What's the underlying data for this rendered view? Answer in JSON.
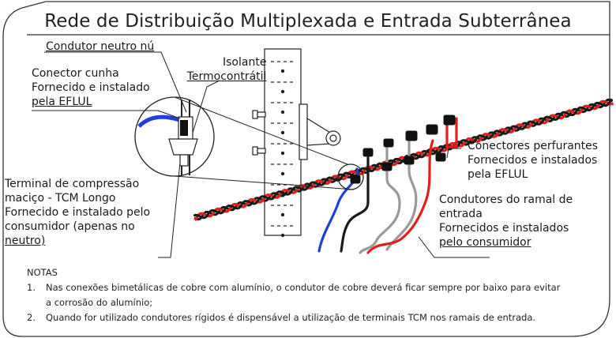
{
  "title": "Rede de Distribuição Multiplexada e Entrada Subterrânea",
  "labels": {
    "neutro": "Condutor neutro nú",
    "isolante": [
      "Isolante",
      "Termocontrátil"
    ],
    "conector_cunha": [
      "Conector cunha",
      "Fornecido e instalado",
      "pela EFLUL"
    ],
    "conectores_perfurantes": [
      "Conectores perfurantes",
      "Fornecidos e instalados",
      "pela EFLUL"
    ],
    "terminal": [
      "Terminal de compressão",
      "maciço - TCM Longo",
      "Fornecido e instalado pelo",
      "consumidor (apenas no",
      "neutro)"
    ],
    "condutores_ramal": [
      "Condutores do ramal de",
      "entrada",
      "Fornecidos e instalados",
      "pelo consumidor"
    ]
  },
  "notes": {
    "heading": "NOTAS",
    "items": [
      {
        "num": "1.",
        "lines": [
          "Nas conexões bimetálicas de cobre com alumínio, o condutor de cobre deverá ficar sempre por baixo para evitar",
          "a corrosão do alumínio;"
        ]
      },
      {
        "num": "2.",
        "lines": [
          "Quando for utilizado condutores rígidos é dispensável a utilização de terminais TCM nos ramais de entrada."
        ]
      }
    ]
  },
  "colors": {
    "cable_black": "#1a1a1a",
    "cable_red": "#e0201c",
    "wire_blue": "#1f3fd6",
    "wire_gray": "#9a9a9a",
    "outline": "#333333"
  }
}
